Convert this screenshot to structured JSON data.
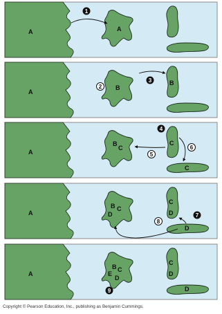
{
  "colors": {
    "water": "#d4ebf6",
    "land": "#66a365",
    "frame": "#888888",
    "label": "#111111"
  },
  "panels": [
    {
      "id": "panel-1",
      "mainland_label": "A",
      "island_1_label": "A",
      "island_2_label": "",
      "island_3_label": "",
      "steps": [
        "1"
      ]
    },
    {
      "id": "panel-2",
      "mainland_label": "A",
      "island_1_label": "B",
      "island_2_label": "B",
      "island_3_label": "",
      "steps": [
        "2",
        "3"
      ]
    },
    {
      "id": "panel-3",
      "mainland_label": "A",
      "island_1_label": "B C",
      "island_2_label": "C",
      "island_3_label": "C",
      "steps": [
        "4",
        "5",
        "6"
      ]
    },
    {
      "id": "panel-4",
      "mainland_label": "A",
      "island_1_label": "B C D",
      "island_2_label": "C D",
      "island_3_label": "D",
      "steps": [
        "7",
        "8"
      ]
    },
    {
      "id": "panel-5",
      "mainland_label": "A",
      "island_1_label": "B C E D",
      "island_2_label": "C D",
      "island_3_label": "D",
      "steps": [
        "9"
      ]
    }
  ],
  "copyright": "Copyright © Pearson Education, Inc., publishing as Benjamin Cummings."
}
